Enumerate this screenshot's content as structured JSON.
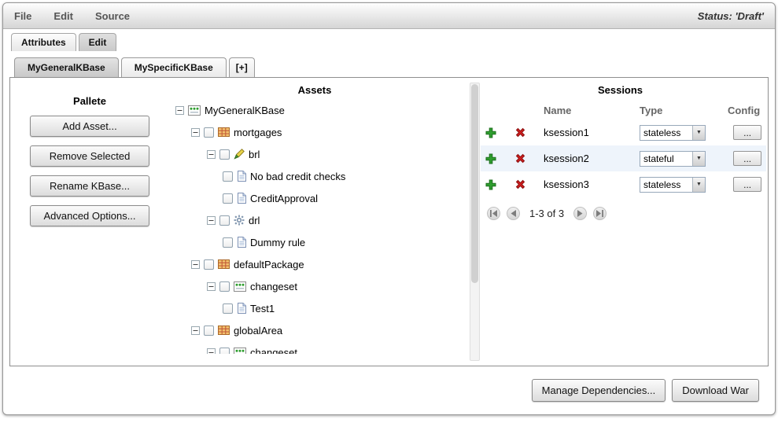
{
  "colors": {
    "add_icon": "#2f9e2f",
    "delete_icon": "#cf1d1d"
  },
  "menubar": {
    "items": [
      {
        "label": "File"
      },
      {
        "label": "Edit"
      },
      {
        "label": "Source"
      }
    ],
    "status": "Status: 'Draft'"
  },
  "top_tabs": {
    "items": [
      {
        "label": "Attributes"
      },
      {
        "label": "Edit"
      }
    ]
  },
  "kbase_tabs": {
    "items": [
      {
        "label": "MyGeneralKBase"
      },
      {
        "label": "MySpecificKBase"
      },
      {
        "label": "[+]"
      }
    ]
  },
  "pallete": {
    "title": "Pallete",
    "buttons": [
      "Add Asset...",
      "Remove Selected",
      "Rename KBase...",
      "Advanced Options..."
    ]
  },
  "assets": {
    "title": "Assets",
    "tree": [
      {
        "label": "MyGeneralKBase",
        "level": 0,
        "icon": "changeset-icon",
        "collapse": true,
        "checkbox": false
      },
      {
        "label": "mortgages",
        "level": 1,
        "icon": "package-icon",
        "collapse": true,
        "checkbox": true
      },
      {
        "label": "brl",
        "level": 2,
        "icon": "brl-icon",
        "collapse": true,
        "checkbox": true
      },
      {
        "label": "No bad credit checks",
        "level": 3,
        "icon": "document-icon",
        "collapse": false,
        "checkbox": true
      },
      {
        "label": "CreditApproval",
        "level": 3,
        "icon": "document-icon",
        "collapse": false,
        "checkbox": true
      },
      {
        "label": "drl",
        "level": 2,
        "icon": "drl-icon",
        "collapse": true,
        "checkbox": true
      },
      {
        "label": "Dummy rule",
        "level": 3,
        "icon": "document-icon",
        "collapse": false,
        "checkbox": true
      },
      {
        "label": "defaultPackage",
        "level": 1,
        "icon": "package-icon",
        "collapse": true,
        "checkbox": true
      },
      {
        "label": "changeset",
        "level": 2,
        "icon": "changeset-icon",
        "collapse": true,
        "checkbox": true
      },
      {
        "label": "Test1",
        "level": 3,
        "icon": "document-icon",
        "collapse": false,
        "checkbox": true
      },
      {
        "label": "globalArea",
        "level": 1,
        "icon": "package-icon",
        "collapse": true,
        "checkbox": true
      },
      {
        "label": "changeset",
        "level": 2,
        "icon": "changeset-icon",
        "collapse": true,
        "checkbox": true
      }
    ]
  },
  "sessions": {
    "title": "Sessions",
    "columns": [
      "Name",
      "Type",
      "Config"
    ],
    "rows": [
      {
        "name": "ksession1",
        "type": "stateless",
        "config": "..."
      },
      {
        "name": "ksession2",
        "type": "stateful",
        "config": "..."
      },
      {
        "name": "ksession3",
        "type": "stateless",
        "config": "..."
      }
    ],
    "pagination": "1-3 of 3"
  },
  "footer": {
    "buttons": [
      "Manage Dependencies...",
      "Download War"
    ]
  }
}
